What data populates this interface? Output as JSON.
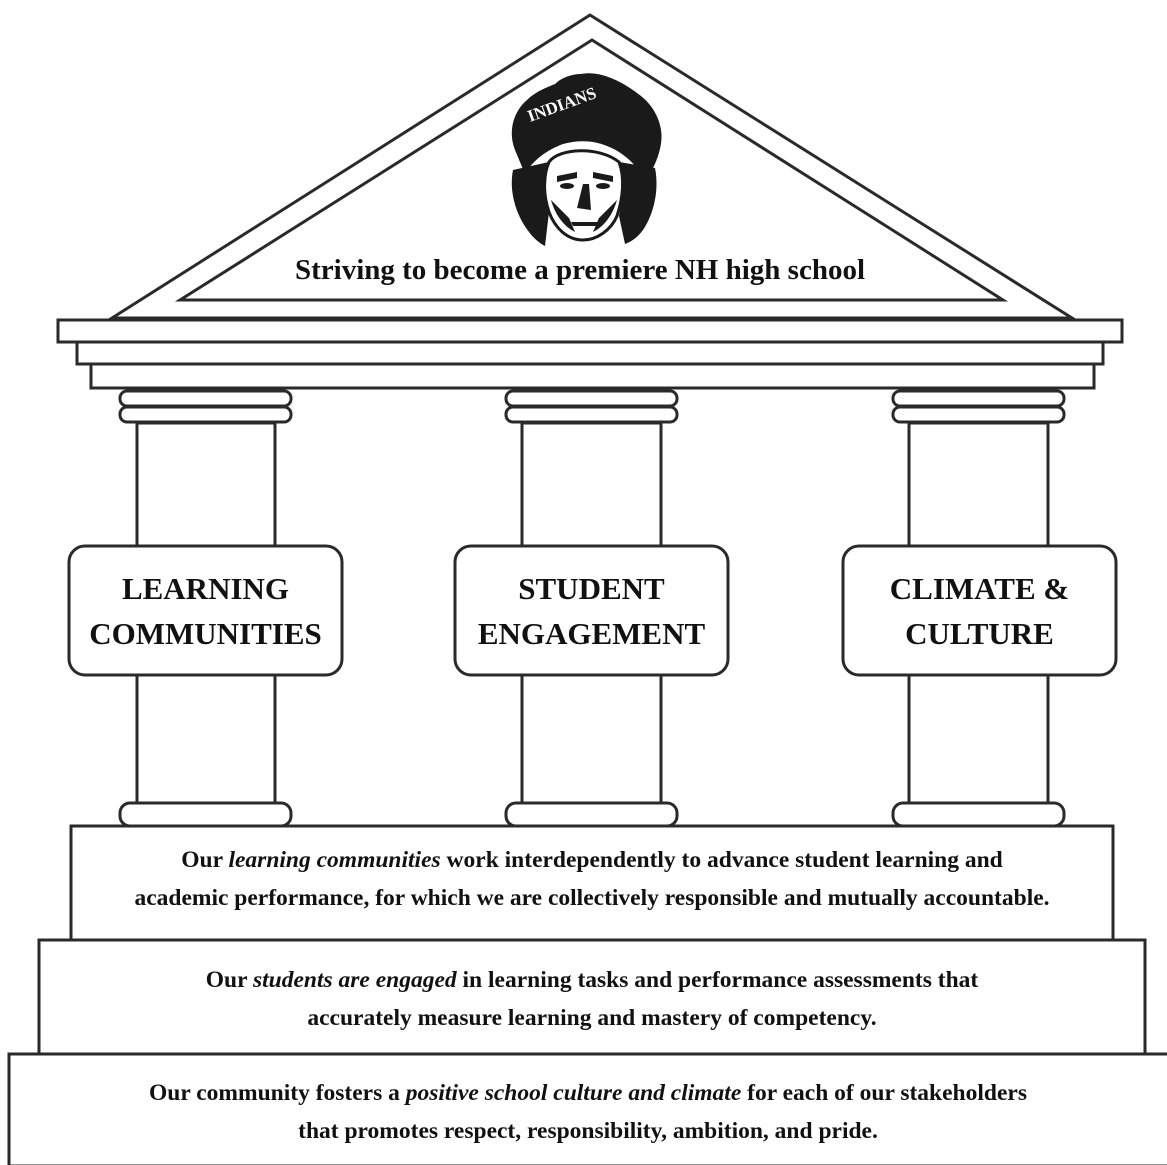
{
  "roof": {
    "logo_text": "INDIANS",
    "title": "Striving to become a premiere NH high school"
  },
  "pillars": [
    {
      "line1": "LEARNING",
      "line2": "COMMUNITIES"
    },
    {
      "line1": "STUDENT",
      "line2": "ENGAGEMENT"
    },
    {
      "line1": "CLIMATE &",
      "line2": "CULTURE"
    }
  ],
  "steps": [
    {
      "line1_pre": "Our ",
      "line1_em": "learning communities",
      "line1_post": " work interdependently to advance student learning and",
      "line2": "academic performance, for which we are collectively responsible and mutually accountable."
    },
    {
      "line1_pre": "Our ",
      "line1_em": "students are engaged",
      "line1_post": " in learning tasks and performance assessments that",
      "line2": "accurately measure learning and mastery of competency."
    },
    {
      "line1_pre": "Our community fosters a ",
      "line1_em": "positive school culture and climate",
      "line1_post": " for each of our stakeholders",
      "line2": "that promotes respect, responsibility, ambition, and pride."
    }
  ],
  "colors": {
    "stroke": "#2a2a2a",
    "fill": "#ffffff",
    "text": "#111111",
    "logo": "#1a1a1a"
  },
  "icons": {
    "logo": "indian-chief-headdress-logo"
  }
}
